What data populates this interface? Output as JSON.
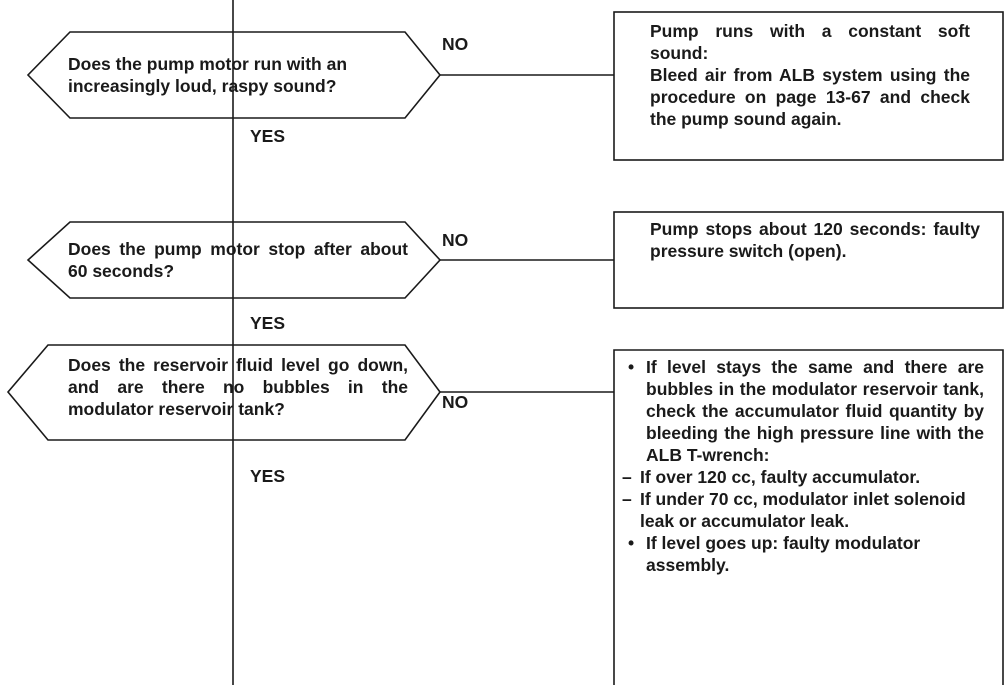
{
  "steps": [
    {
      "question": "Does the pump motor run with an increasingly loud, raspy sound?",
      "yes_label": "YES",
      "no_label": "NO",
      "no_result": {
        "lines": [
          "Pump runs with a constant soft sound:",
          "Bleed air from ALB system using the procedure on page 13-67 and check the pump sound again."
        ]
      }
    },
    {
      "question": "Does the pump motor stop after about 60 seconds?",
      "yes_label": "YES",
      "no_label": "NO",
      "no_result": {
        "lines": [
          "Pump stops about 120 seconds: faulty pressure switch (open)."
        ]
      }
    },
    {
      "question": "Does the reservoir fluid level go down, and are there no bubbles in the modulator reservoir tank?",
      "yes_label": "YES",
      "no_label": "NO",
      "no_result": {
        "items": [
          "If level stays the same and there are bubbles in the modulator reservoir tank, check the accumulator fluid quantity by bleeding the high pressure line with the ALB T-wrench:",
          "If over 120 cc, faulty accumulator.",
          "If under 70 cc, modulator inlet solenoid leak or accumulator leak.",
          "If level goes up: faulty modulator assembly."
        ]
      }
    }
  ]
}
